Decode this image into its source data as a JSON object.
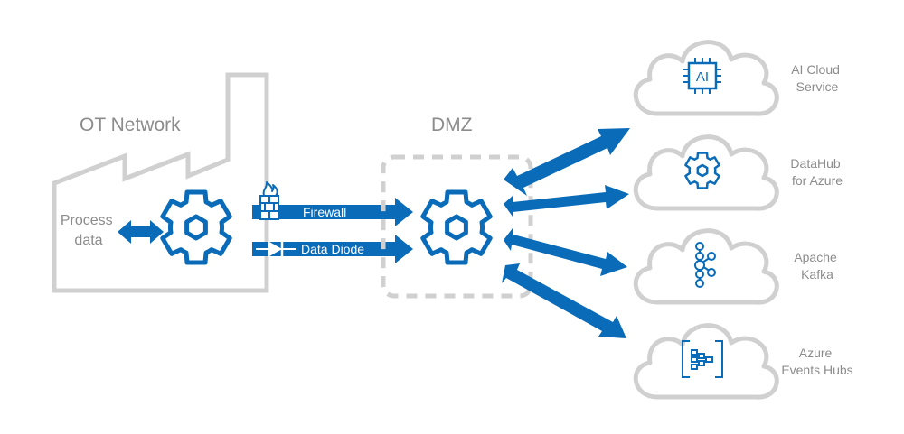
{
  "colors": {
    "accent": "#0a6cb9",
    "outline": "#d0d0d0",
    "label": "#8c8c8c",
    "background": "#ffffff"
  },
  "ot_network": {
    "title": "OT Network",
    "process_label_line1": "Process",
    "process_label_line2": "data"
  },
  "links": {
    "firewall": "Firewall",
    "data_diode": "Data Diode"
  },
  "dmz": {
    "title": "DMZ"
  },
  "destinations": [
    {
      "line1": "AI Cloud",
      "line2": "Service",
      "icon": "ai-chip-icon",
      "icon_text": "AI"
    },
    {
      "line1": "DataHub",
      "line2": "for Azure",
      "icon": "gear-icon"
    },
    {
      "line1": "Apache",
      "line2": "Kafka",
      "icon": "kafka-icon"
    },
    {
      "line1": "Azure",
      "line2": "Events Hubs",
      "icon": "event-hubs-icon"
    }
  ]
}
